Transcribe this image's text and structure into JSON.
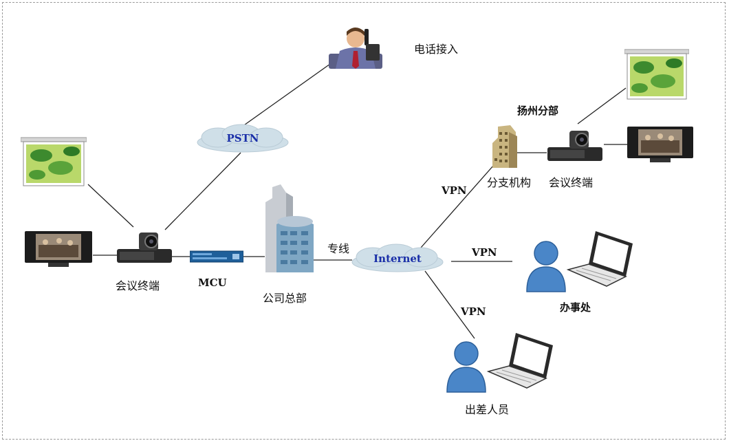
{
  "labels": {
    "phone_access": "电话接入",
    "pstn": "PSTN",
    "internet": "Internet",
    "left_terminal": "会议终端",
    "mcu": "MCU",
    "hq": "公司总部",
    "leased_line": "专线",
    "yangzhou_branch": "扬州分部",
    "branch_org": "分支机构",
    "right_terminal": "会议终端",
    "vpn_branch": "VPN",
    "vpn_office": "VPN",
    "vpn_travel": "VPN",
    "office": "办事处",
    "traveling_staff": "出差人员"
  },
  "icons": [
    "businessman-phone-icon",
    "cloud-icon",
    "projector-screen-icon",
    "flat-tv-icon",
    "video-codec-icon",
    "mcu-rack-icon",
    "office-tower-icon",
    "building-icon",
    "user-icon",
    "laptop-icon"
  ],
  "colors": {
    "cloud_fill": "#cfdfe8",
    "cloud_text": "#1a2fa8",
    "line": "#222222",
    "user_blue": "#4a86c8"
  }
}
